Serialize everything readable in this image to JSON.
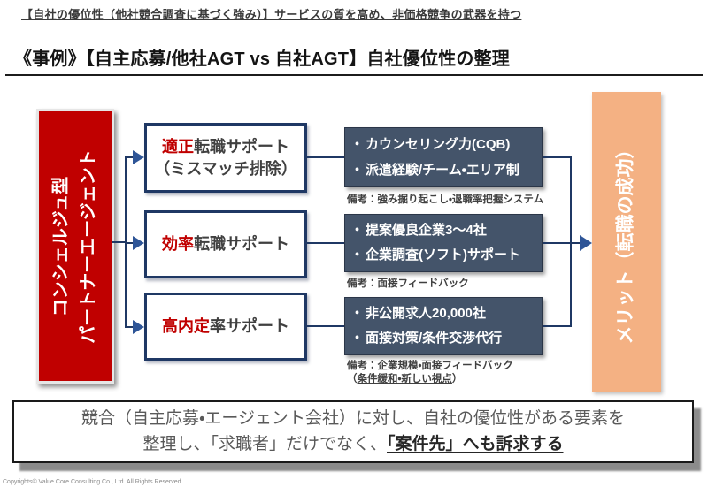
{
  "slide": {
    "top_note": "【自社の優位性（他社競合調査に基づく強み）】サービスの質を高め、非価格競争の武器を持つ",
    "title": "《事例》【自主応募/他社AGT vs 自社AGT】自社優位性の整理",
    "footer": "Copyrights© Value Core Consulting Co., Ltd.  All Rights Reserved."
  },
  "left_pillar": {
    "line1": "コンシェルジュ型",
    "line2": "パートナーエージェント"
  },
  "merit_pillar": {
    "label": "メリット（転職の成功）"
  },
  "glyphs": {
    "bullet": "・"
  },
  "supports": [
    {
      "title_highlight": "適正",
      "title_rest": "転職サポート",
      "title_sub": "（ミスマッチ排除）",
      "features": [
        "カウンセリング力(CQB)",
        "派遣経験/チーム・エリア制"
      ],
      "note": "備考：強み掘り起こし・退職率把握システム"
    },
    {
      "title_highlight": "効率",
      "title_rest": "転職サポート",
      "features": [
        "提案優良企業3～4社",
        "企業調査(ソフト)サポート"
      ],
      "note": "備考：面接フィードバック"
    },
    {
      "title_highlight": "高内定",
      "title_rest": "率サポート",
      "features": [
        "非公開求人20,000社",
        "面接対策/条件交渉代行"
      ],
      "note": "備考：企業規模・面接フィードバック",
      "note_line2_pre": "（",
      "note_line2_underline": "条件緩和・新しい視点",
      "note_line2_post": "）"
    }
  ],
  "conclusion": {
    "line1": "競合（自主応募・エージェント会社）に対し、自社の優位性がある要素を",
    "line2_pre": "整理し、「求職者」だけでなく、",
    "line2_emphasis": "「案件先」へも訴求する"
  },
  "colors": {
    "red_accent": "#c00000",
    "navy_border": "#1f3864",
    "navy_fill": "#44546a",
    "orange_fill": "#f4b183",
    "arrow_blue": "#2e5597",
    "body_gray": "#595959"
  }
}
